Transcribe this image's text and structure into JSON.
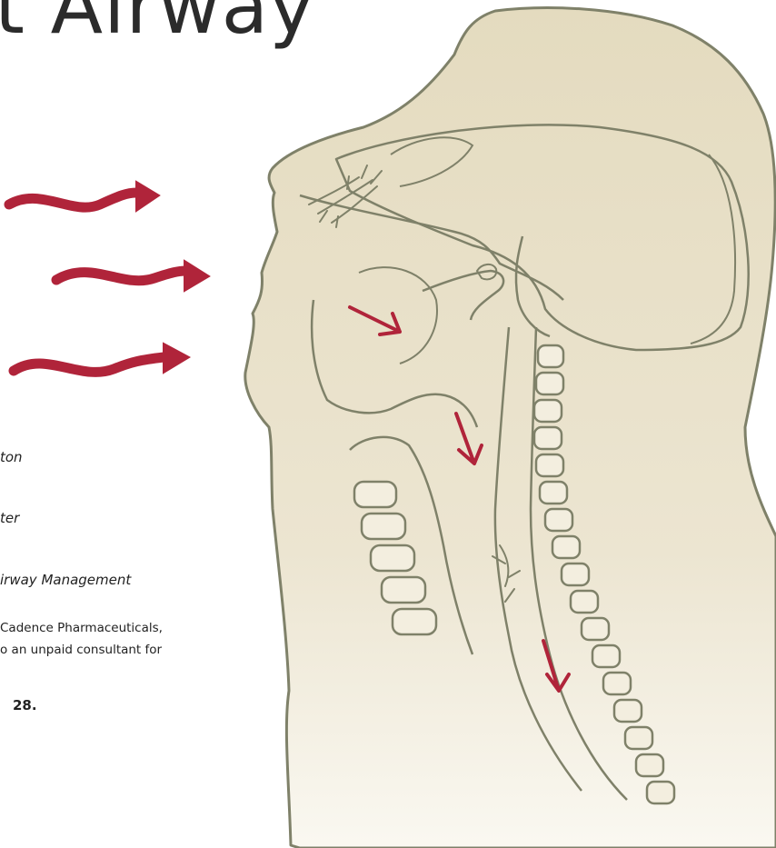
{
  "page": {
    "title": "t Airway",
    "lines": [
      "ton",
      "ter",
      "irway Management",
      "Cadence Pharmaceuticals,",
      "o an unpaid consultant for",
      "28."
    ]
  },
  "illustration": {
    "subject": "head-and-neck-airway-profile",
    "arrow_color": "#b0243a",
    "outline_color": "#7f8169",
    "fill_top": "#e6dcc2",
    "fill_bottom": "#f8f5ec"
  }
}
